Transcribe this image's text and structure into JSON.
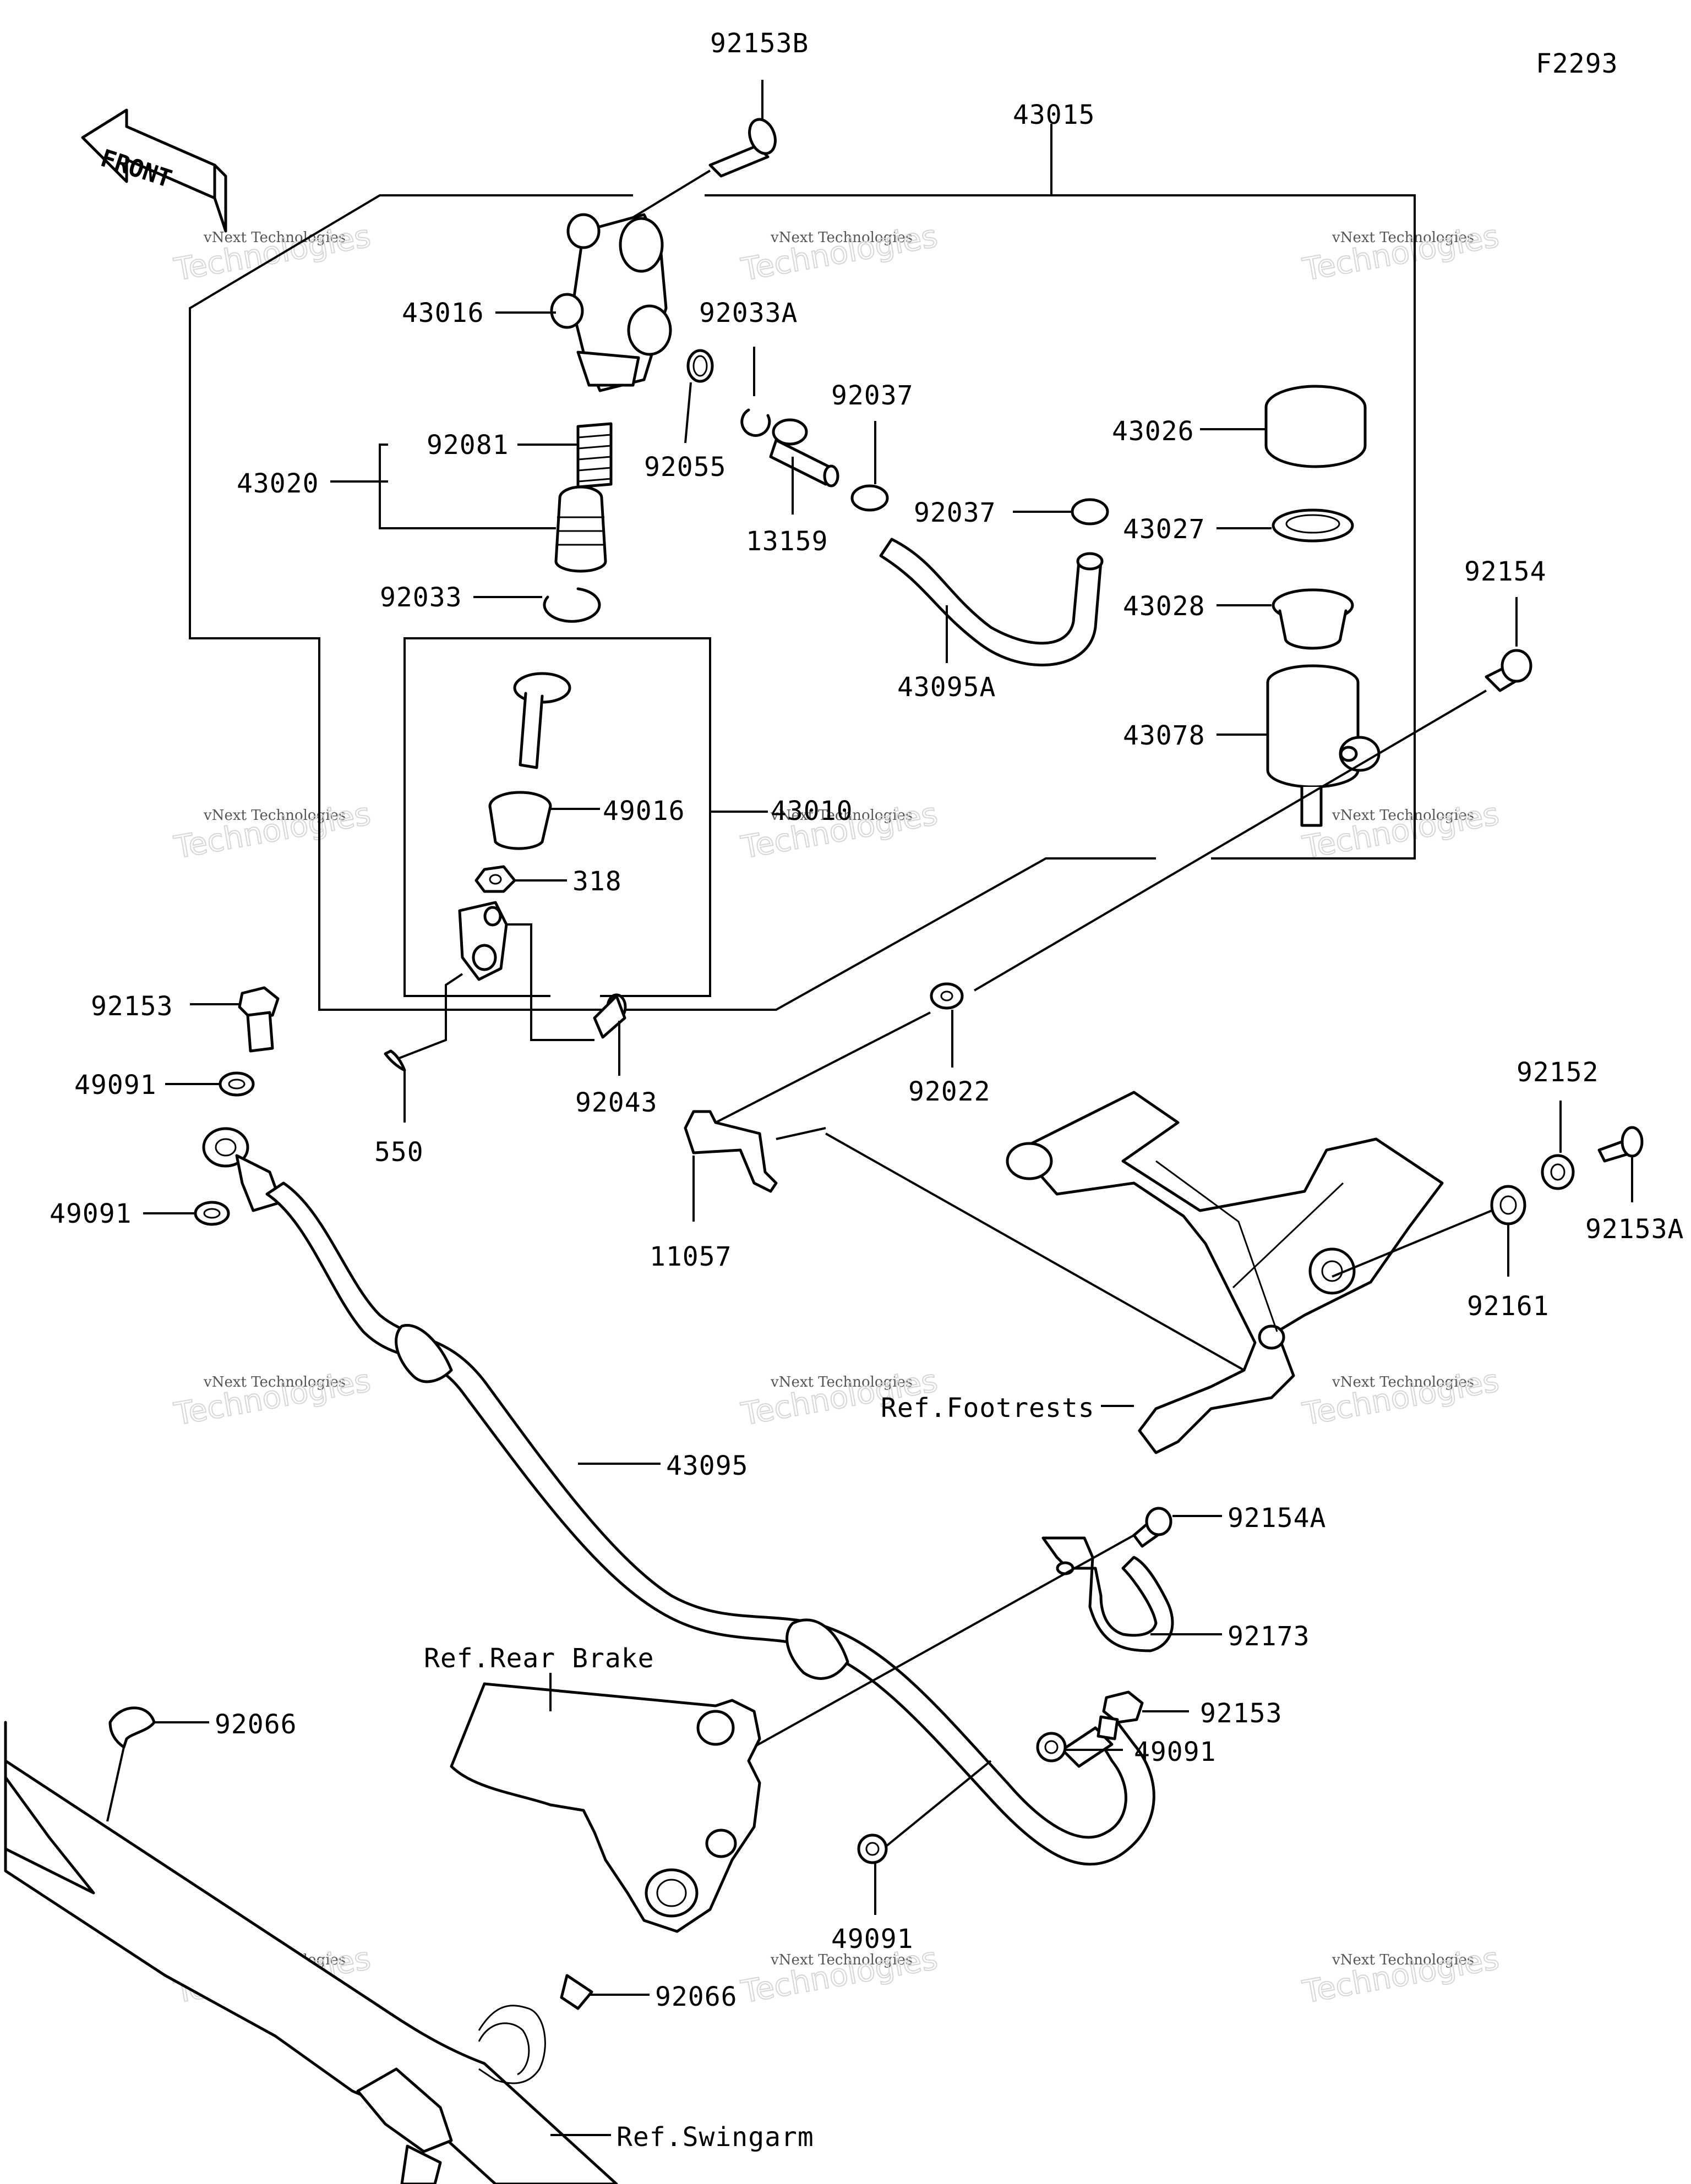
{
  "figure_code": "F2293",
  "front_label": "FRONT",
  "watermark": {
    "line1": "vNext Technologies",
    "line2": "Technologies",
    "top": "vNext"
  },
  "parts": {
    "p92153B": "92153B",
    "p43015": "43015",
    "p43016": "43016",
    "p92033A": "92033A",
    "p92055": "92055",
    "p92037a": "92037",
    "p92037b": "92037",
    "p13159": "13159",
    "p43026": "43026",
    "p43027": "43027",
    "p43028": "43028",
    "p43095A": "43095A",
    "p43078": "43078",
    "p92154": "92154",
    "p92081": "92081",
    "p43020": "43020",
    "p92033": "92033",
    "p49016": "49016",
    "p43010": "43010",
    "p318": "318",
    "p92153a": "92153",
    "p49091a": "49091",
    "p49091b": "49091",
    "p550": "550",
    "p92043": "92043",
    "p92022": "92022",
    "p11057": "11057",
    "p92152": "92152",
    "p92153A": "92153A",
    "p92161": "92161",
    "p43095": "43095",
    "p92154A": "92154A",
    "p92173": "92173",
    "p92153b": "92153",
    "p49091c": "49091",
    "p49091d": "49091",
    "p92066a": "92066",
    "p92066b": "92066"
  },
  "refs": {
    "footrests": "Ref.Footrests",
    "rear_brake": "Ref.Rear Brake",
    "swingarm": "Ref.Swingarm"
  }
}
